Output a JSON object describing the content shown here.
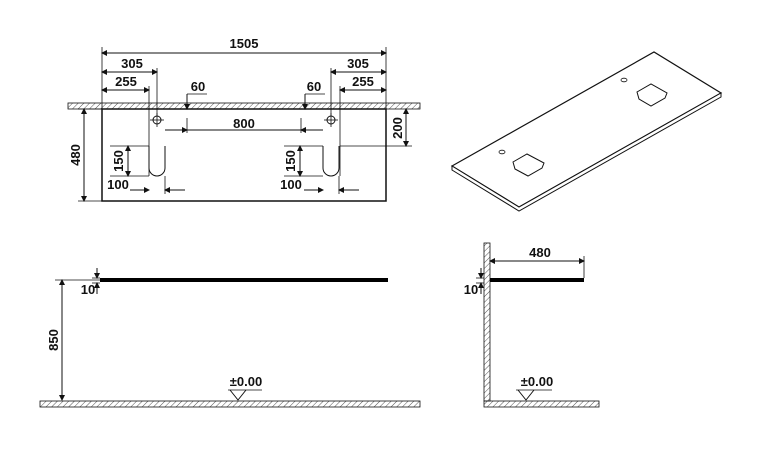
{
  "top_view": {
    "overall_width": "1505",
    "left_305": "305",
    "right_305": "305",
    "left_255": "255",
    "right_255": "255",
    "left_60": "60",
    "right_60": "60",
    "center_800": "800",
    "depth_480": "480",
    "offset_200": "200",
    "left_150": "150",
    "right_150": "150",
    "left_100": "100",
    "right_100": "100"
  },
  "front_view": {
    "thickness": "10",
    "height_850": "850",
    "floor_level": "±0.00"
  },
  "side_view": {
    "depth_480": "480",
    "thickness": "10",
    "floor_level": "±0.00"
  }
}
